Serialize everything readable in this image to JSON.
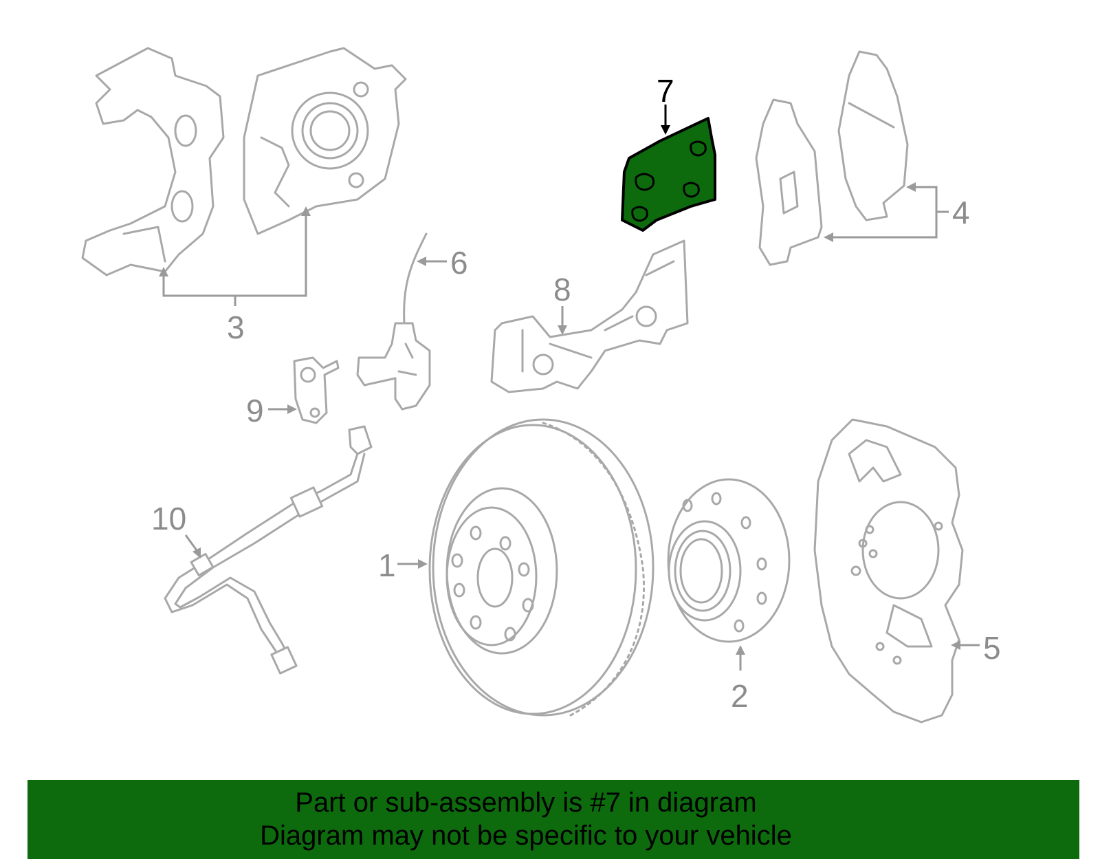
{
  "diagram": {
    "highlighted_part": "7",
    "callouts": [
      {
        "id": "1",
        "label": "1"
      },
      {
        "id": "2",
        "label": "2"
      },
      {
        "id": "3",
        "label": "3"
      },
      {
        "id": "4",
        "label": "4"
      },
      {
        "id": "5",
        "label": "5"
      },
      {
        "id": "6",
        "label": "6"
      },
      {
        "id": "7",
        "label": "7"
      },
      {
        "id": "8",
        "label": "8"
      },
      {
        "id": "9",
        "label": "9"
      },
      {
        "id": "10",
        "label": "10"
      }
    ],
    "colors": {
      "highlight_fill": "#0d6b0d",
      "part_stroke": "#a8a8a8",
      "callout_text": "#8c8c8c",
      "banner_background": "#0d6b0d"
    }
  },
  "banner": {
    "line1": "Part or sub-assembly is #7 in diagram",
    "line2": "Diagram may not be specific to your vehicle"
  }
}
